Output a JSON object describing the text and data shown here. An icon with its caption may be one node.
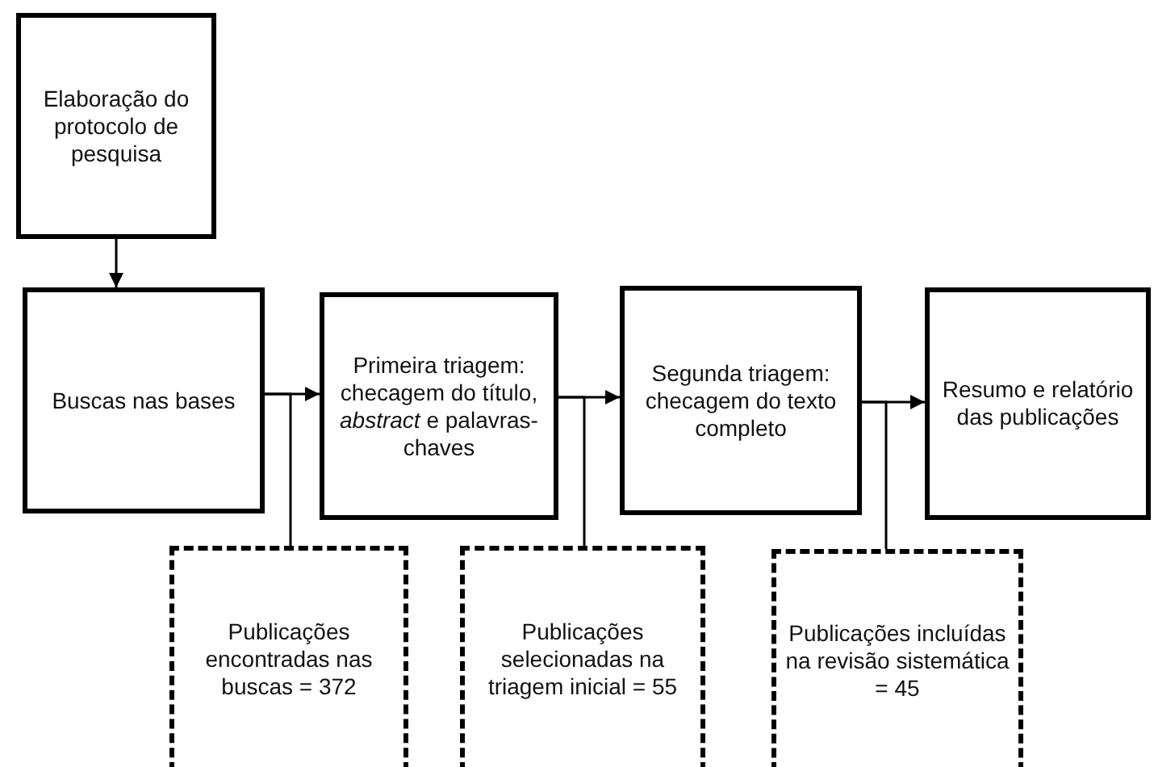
{
  "diagram": {
    "nodes": [
      {
        "text": [
          "Elaboração do protocolo de pesquisa"
        ]
      },
      {
        "text": [
          "Buscas nas bases"
        ]
      },
      {
        "text": [
          "Primeira triagem: checagem do título, *abstract* e palavras-chaves"
        ]
      },
      {
        "text": [
          "Segunda triagem: checagem do texto completo"
        ]
      },
      {
        "text": [
          "Resumo e relatório das publicações"
        ]
      },
      {
        "text": [
          "Publicações encontradas nas buscas = 372"
        ]
      },
      {
        "text": [
          "Publicações selecionadas na triagem inicial = 55"
        ]
      },
      {
        "text": [
          "Publicações incluídas na revisão sistemática = 45"
        ]
      }
    ],
    "edges": [
      {
        "from": 0,
        "to": 1,
        "arrow": "to"
      },
      {
        "from": 1,
        "to": 2,
        "arrow": "to"
      },
      {
        "from": 1,
        "to": 5,
        "arrow": "none"
      },
      {
        "from": 2,
        "to": 3,
        "arrow": "to"
      },
      {
        "from": 2,
        "to": 6,
        "arrow": "none"
      },
      {
        "from": 3,
        "to": 4,
        "arrow": "to"
      },
      {
        "from": 3,
        "to": 7,
        "arrow": "none"
      }
    ]
  }
}
